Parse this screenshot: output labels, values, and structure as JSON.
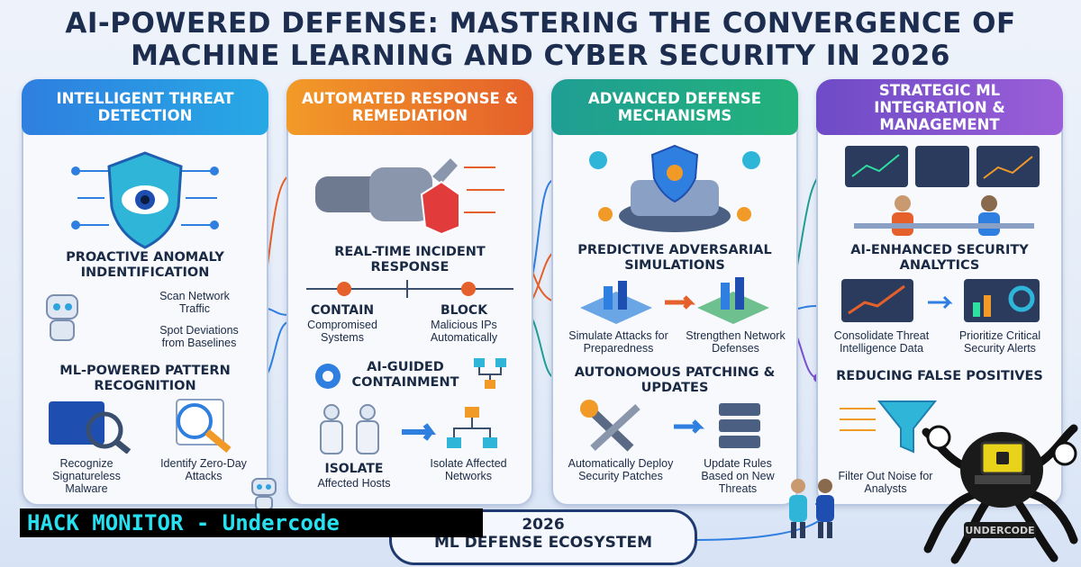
{
  "title": {
    "line1": "AI-POWERED DEFENSE: MASTERING THE CONVERGENCE OF",
    "line2": "MACHINE LEARNING AND CYBER SECURITY IN 2026"
  },
  "panels": [
    {
      "head": "INTELLIGENT THREAT DETECTION",
      "s1": "PROACTIVE ANOMALY INDENTIFICATION",
      "items1": [
        "Scan Network Traffic",
        "Spot Deviations from Baselines"
      ],
      "s2": "ML-POWERED PATTERN RECOGNITION",
      "items2": [
        "Recognize Signatureless Malware",
        "Identify Zero-Day Attacks"
      ]
    },
    {
      "head": "AUTOMATED RESPONSE & REMEDIATION",
      "s1": "REAL-TIME INCIDENT RESPONSE",
      "a_head": "CONTAIN",
      "a_text": "Compromised Systems",
      "b_head": "BLOCK",
      "b_text": "Malicious IPs Automatically",
      "s2": "AI-GUIDED CONTAINMENT",
      "c_head": "ISOLATE",
      "c_text": "Affected Hosts",
      "d_text": "Isolate Affected Networks"
    },
    {
      "head": "ADVANCED DEFENSE MECHANISMS",
      "s1": "PREDICTIVE ADVERSARIAL SIMULATIONS",
      "items1": [
        "Simulate Attacks for Preparedness",
        "Strengthen Network Defenses"
      ],
      "s2": "AUTONOMOUS PATCHING & UPDATES",
      "items2": [
        "Automatically Deploy Security Patches",
        "Update Rules Based on New Threats"
      ]
    },
    {
      "head": "STRATEGIC ML INTEGRATION & MANAGEMENT",
      "s1": "AI-ENHANCED SECURITY ANALYTICS",
      "items1": [
        "Consolidate Threat Intelligence Data",
        "Prioritize Critical Security Alerts"
      ],
      "s2": "REDUCING FALSE POSITIVES",
      "items2": [
        "Filter Out Noise for Analysts"
      ]
    }
  ],
  "banner": "HACK MONITOR - Undercode",
  "ecosystem": {
    "year": "2026",
    "text": "ML DEFENSE ECOSYSTEM"
  },
  "mascot_text": "UNDERCODE",
  "colors": {
    "blue": "#2f7fe0",
    "orange": "#e5602a",
    "teal": "#1f9e94",
    "purple": "#7b4fcf",
    "cyan": "#27e0f0"
  }
}
